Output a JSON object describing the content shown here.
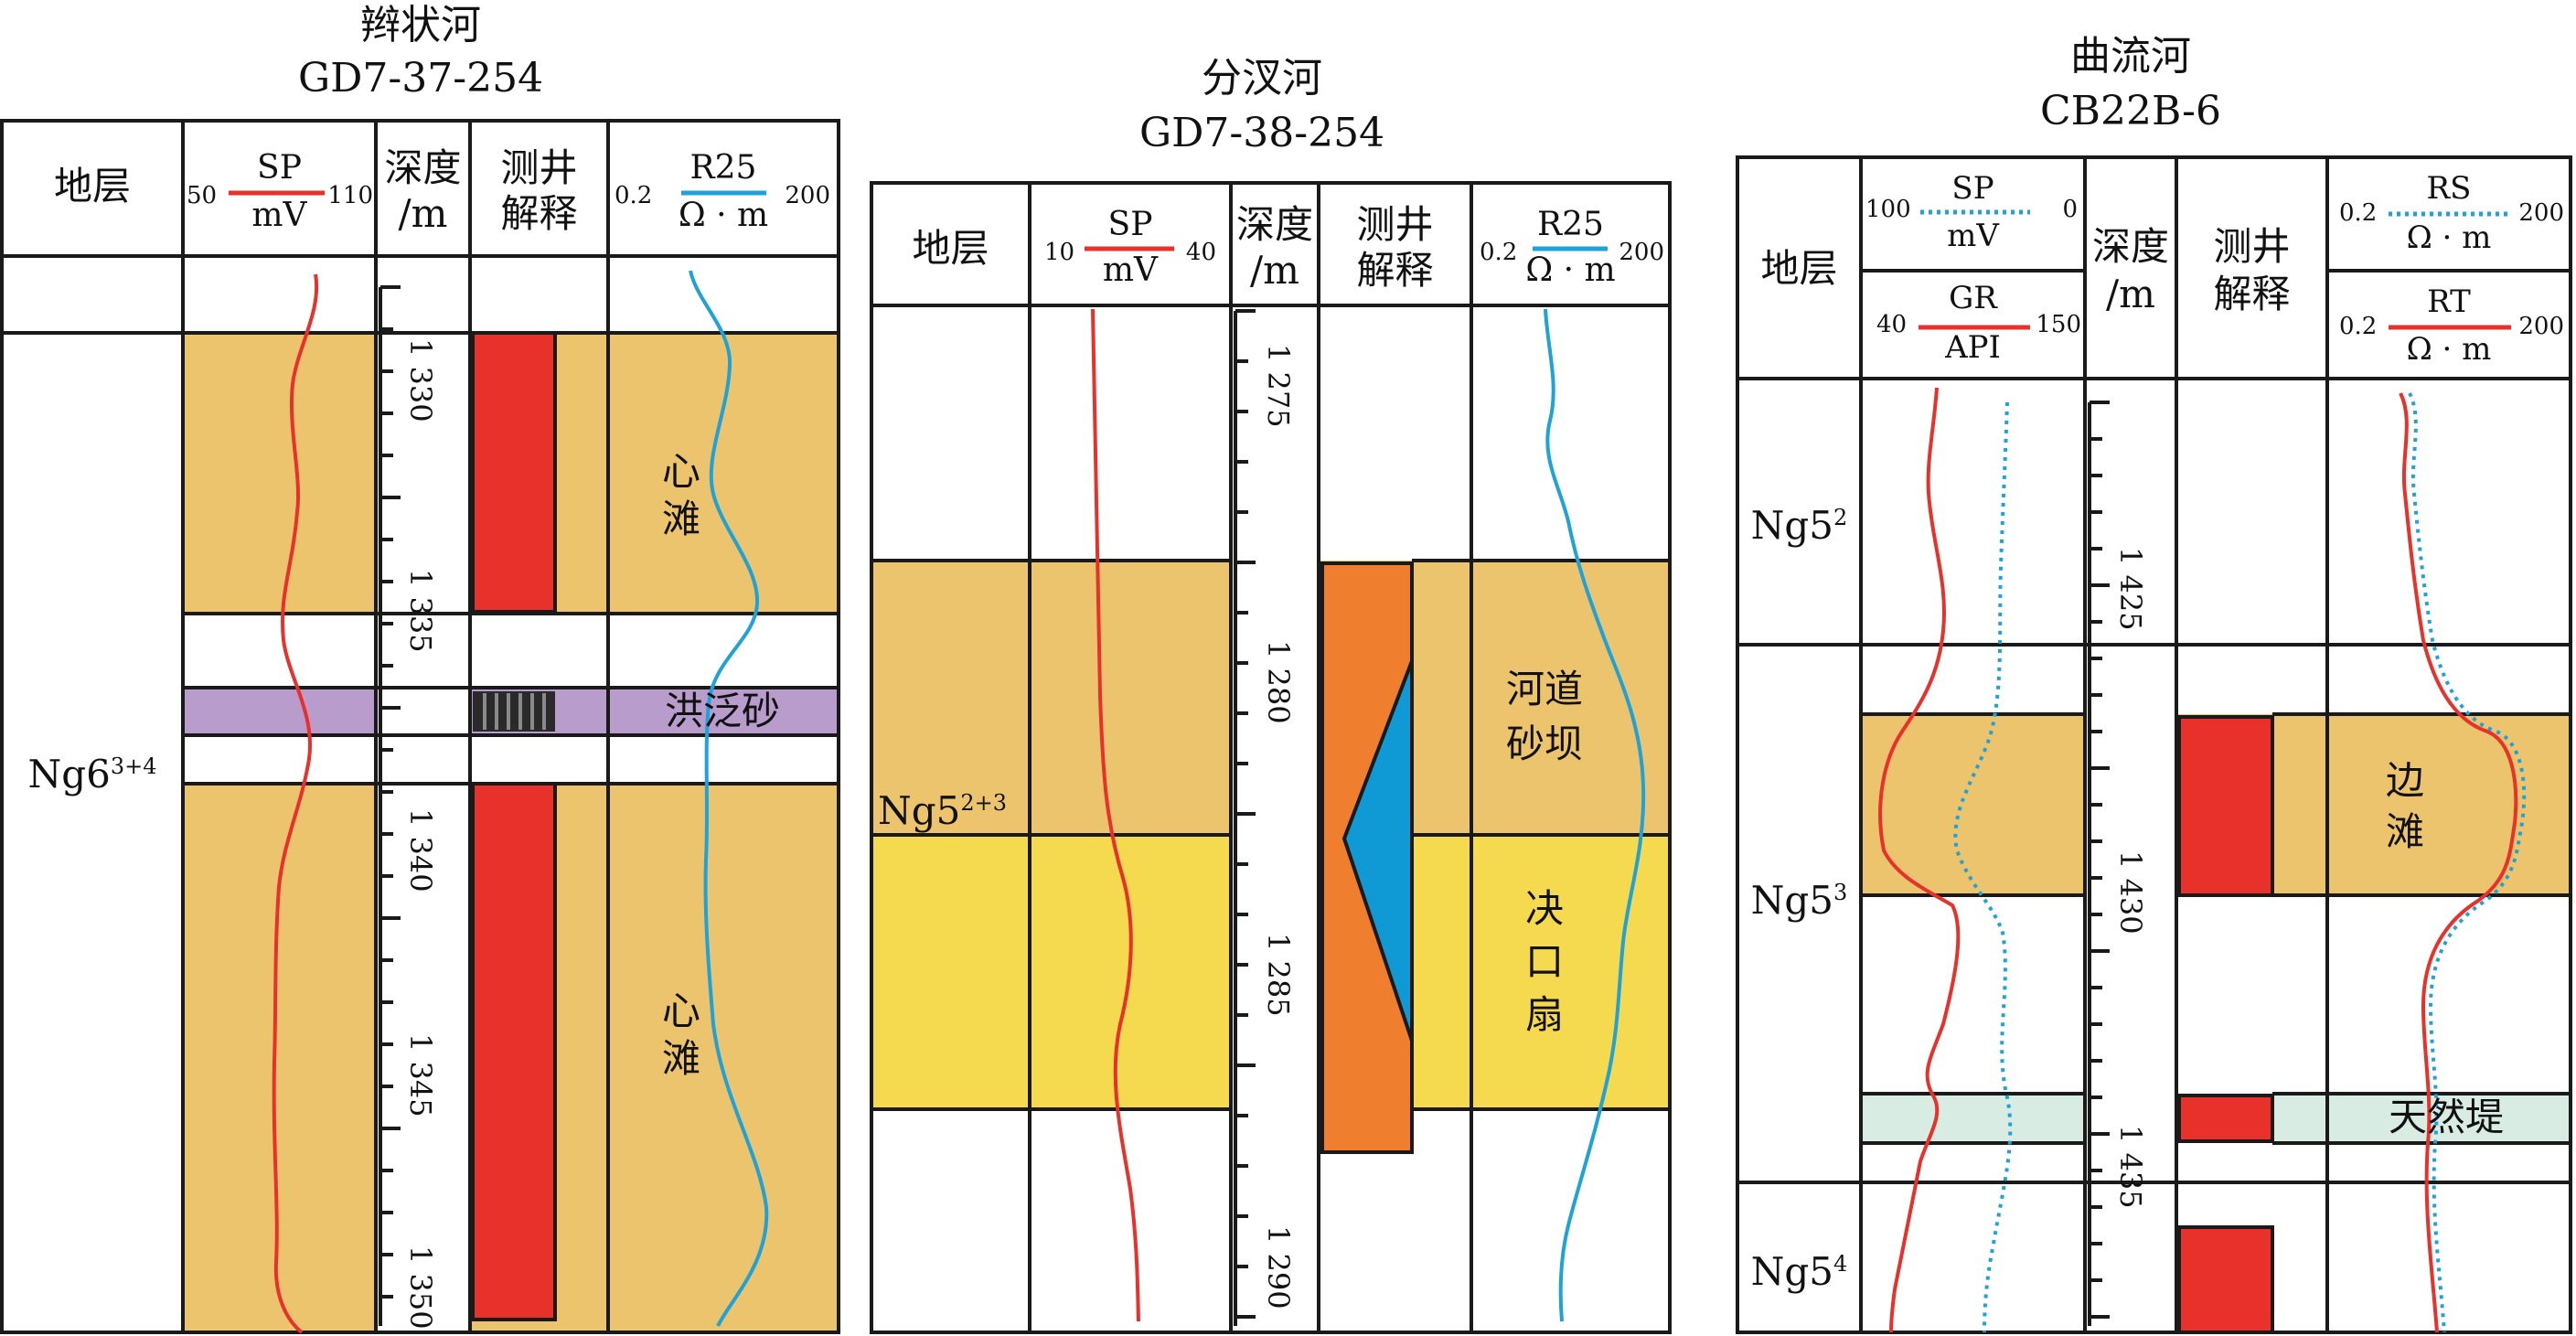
{
  "wells": [
    {
      "title": "辫状河",
      "well_id": "GD7-37-254",
      "headers": {
        "stratum": "地层",
        "depth": "深度",
        "depth_unit": "/m",
        "interp": "测井",
        "interp2": "解释"
      },
      "curves": [
        {
          "name": "SP",
          "unit": "mV",
          "min": "50",
          "max": "110",
          "color": "#e8312a",
          "style": "solid"
        },
        {
          "name": "R25",
          "unit": "Ω · m",
          "min": "0.2",
          "max": "200",
          "color": "#1fa2d8",
          "style": "solid"
        }
      ],
      "stratum": {
        "base": "Ng6",
        "sup": "3+4"
      },
      "depth_labels": [
        "1 330",
        "1 335",
        "1 340",
        "1 345",
        "1 350"
      ],
      "facies": [
        "心",
        "滩",
        "洪泛砂",
        "心",
        "滩"
      ]
    },
    {
      "title": "分汊河",
      "well_id": "GD7-38-254",
      "headers": {
        "stratum": "地层",
        "depth": "深度",
        "depth_unit": "/m",
        "interp": "测井",
        "interp2": "解释"
      },
      "curves": [
        {
          "name": "SP",
          "unit": "mV",
          "min": "10",
          "max": "40",
          "color": "#e8312a",
          "style": "solid"
        },
        {
          "name": "R25",
          "unit": "Ω · m",
          "min": "0.2",
          "max": "200",
          "color": "#1fa2d8",
          "style": "solid"
        }
      ],
      "stratum": {
        "base": "Ng5",
        "sup": "2+3"
      },
      "depth_labels": [
        "1 275",
        "1 280",
        "1 285",
        "1 290"
      ],
      "facies": [
        "河道",
        "砂坝",
        "决",
        "口",
        "扇"
      ]
    },
    {
      "title": "曲流河",
      "well_id": "CB22B-6",
      "headers": {
        "stratum": "地层",
        "depth": "深度",
        "depth_unit": "/m",
        "interp": "测井",
        "interp2": "解释"
      },
      "curves": [
        {
          "name": "SP",
          "unit": "mV",
          "min": "100",
          "max": "0",
          "color": "#1fa2d8",
          "style": "dotted"
        },
        {
          "name": "GR",
          "unit": "API",
          "min": "40",
          "max": "150",
          "color": "#e8312a",
          "style": "solid"
        },
        {
          "name": "RS",
          "unit": "Ω · m",
          "min": "0.2",
          "max": "200",
          "color": "#1fa2d8",
          "style": "dotted"
        },
        {
          "name": "RT",
          "unit": "Ω · m",
          "min": "0.2",
          "max": "200",
          "color": "#e8312a",
          "style": "solid"
        }
      ],
      "strata": [
        {
          "base": "Ng5",
          "sup": "2"
        },
        {
          "base": "Ng5",
          "sup": "3"
        },
        {
          "base": "Ng5",
          "sup": "4"
        }
      ],
      "depth_labels": [
        "1 425",
        "1 430",
        "1 435"
      ],
      "facies": [
        "边",
        "滩",
        "天然堤"
      ]
    }
  ],
  "colors": {
    "sand_bar": "#ecc46e",
    "crevasse": "#f5d94e",
    "flood": "#b89ccb",
    "levee": "#d9ece4",
    "red_block": "#e8312a",
    "orange_block": "#ef7e2e",
    "blue_block": "#0f9ad6",
    "line": "#1a1a1a"
  }
}
